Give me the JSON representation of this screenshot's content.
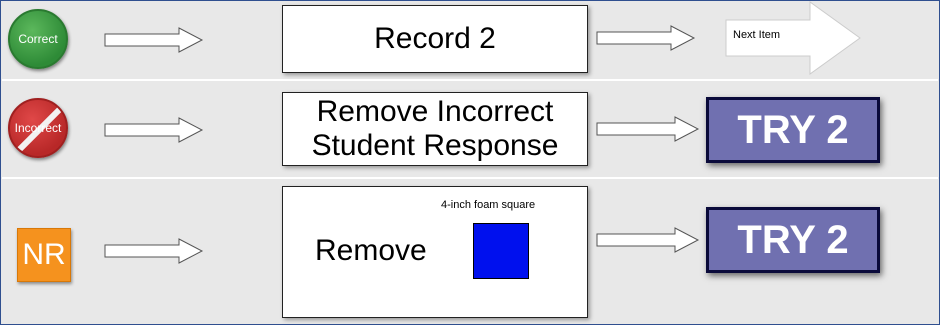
{
  "rows": [
    {
      "badge_label": "Correct",
      "badge_color": "#2e8b37",
      "action_text": "Record 2",
      "outcome_label": "Next Item"
    },
    {
      "badge_label": "Incorrect",
      "badge_color": "#b82828",
      "action_text_line1": "Remove Incorrect",
      "action_text_line2": "Student Response",
      "outcome_label": "TRY 2"
    },
    {
      "badge_label": "NR",
      "badge_color": "#f5921e",
      "action_text": "Remove",
      "material_caption": "4-inch foam square",
      "material_color": "#0010ee",
      "outcome_label": "TRY 2"
    }
  ]
}
